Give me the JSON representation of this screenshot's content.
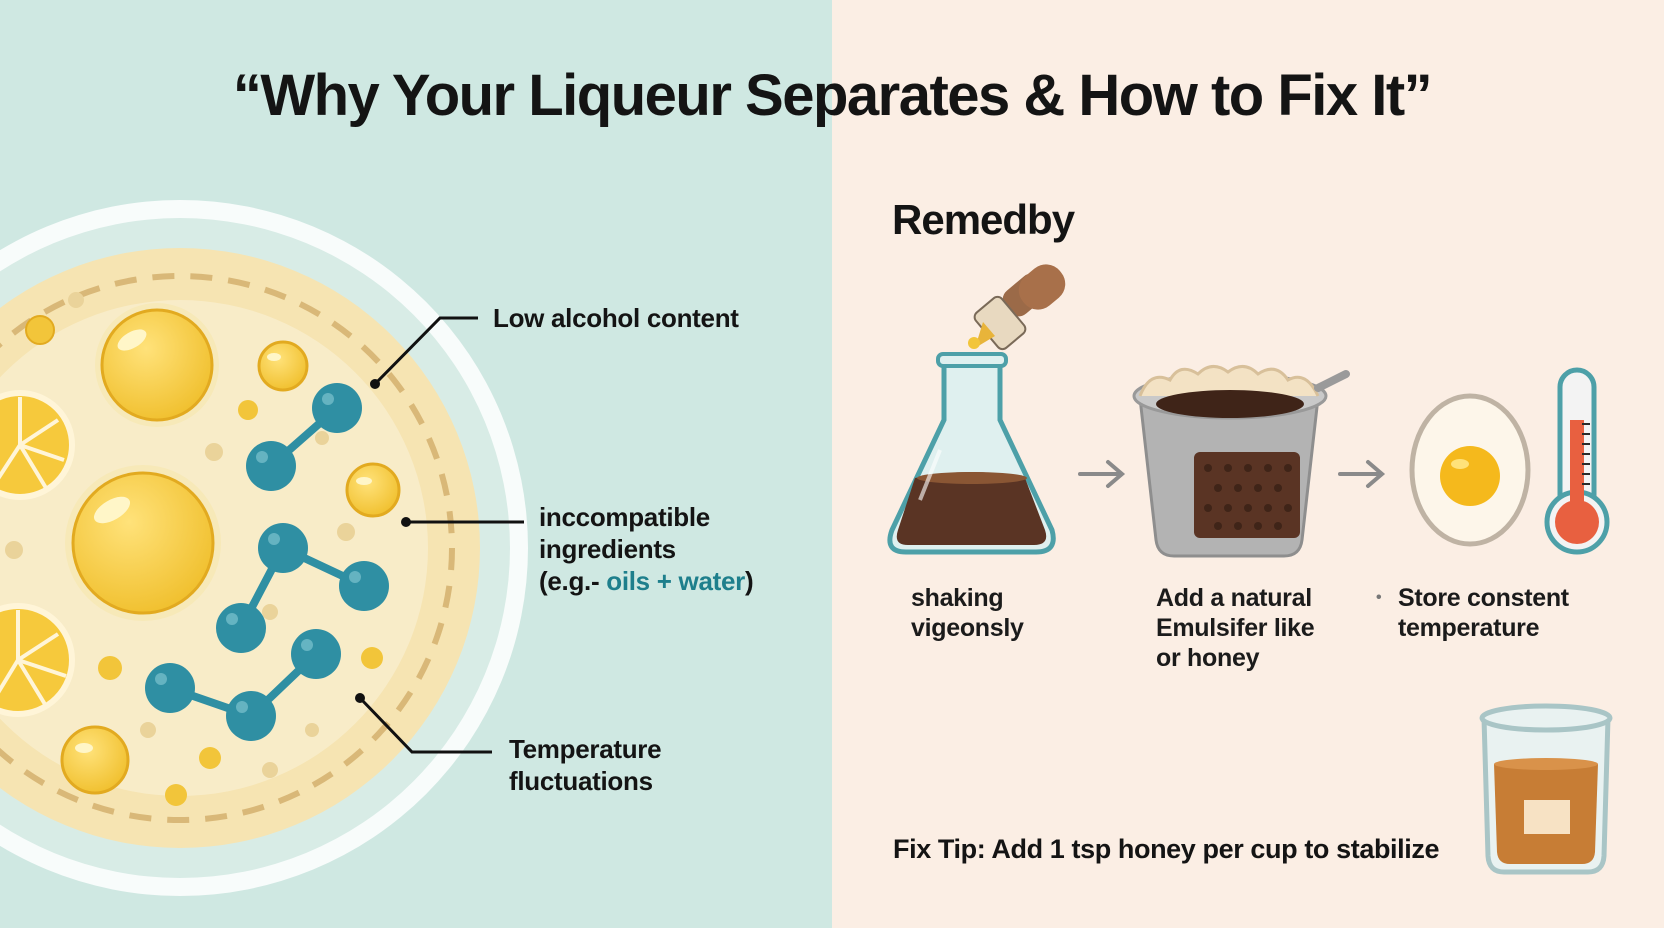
{
  "title": "“Why Your Liqueur Separates & How to Fix It”",
  "causes": [
    {
      "text": "Low alcohol content"
    },
    {
      "line1": "inccompatible",
      "line2": "ingredients",
      "paren_open": "(e.g.- ",
      "example": "oils + water",
      "paren_close": ")"
    },
    {
      "line1": "Temperature",
      "line2": "fluctuations"
    }
  ],
  "remedy": {
    "heading": "Remedby",
    "steps": [
      {
        "line1": "shaking",
        "line2": "vigeonsly"
      },
      {
        "line1": "Add a natural",
        "line2": "Emulsifer like",
        "line3": "or honey"
      },
      {
        "bullet": "•",
        "line1": "Store constent",
        "line2": "temperature"
      }
    ],
    "arrow_glyph": "→"
  },
  "tip": "Fix Tip: Add 1 tsp honey per cup to stabilize",
  "colors": {
    "left_bg": "#cfe8e2",
    "right_bg": "#fbeee4",
    "teal_molecule": "#2f8fa3",
    "yellow_droplet": "#f2c53a",
    "liquid_brown": "#5a3424",
    "thermometer_red": "#e86040"
  },
  "icons": [
    "citrus-slice-icon",
    "oil-droplet-icon",
    "molecule-icon",
    "dropper-icon",
    "flask-icon",
    "coffee-filter-icon",
    "egg-icon",
    "thermometer-icon",
    "honey-jar-icon"
  ]
}
